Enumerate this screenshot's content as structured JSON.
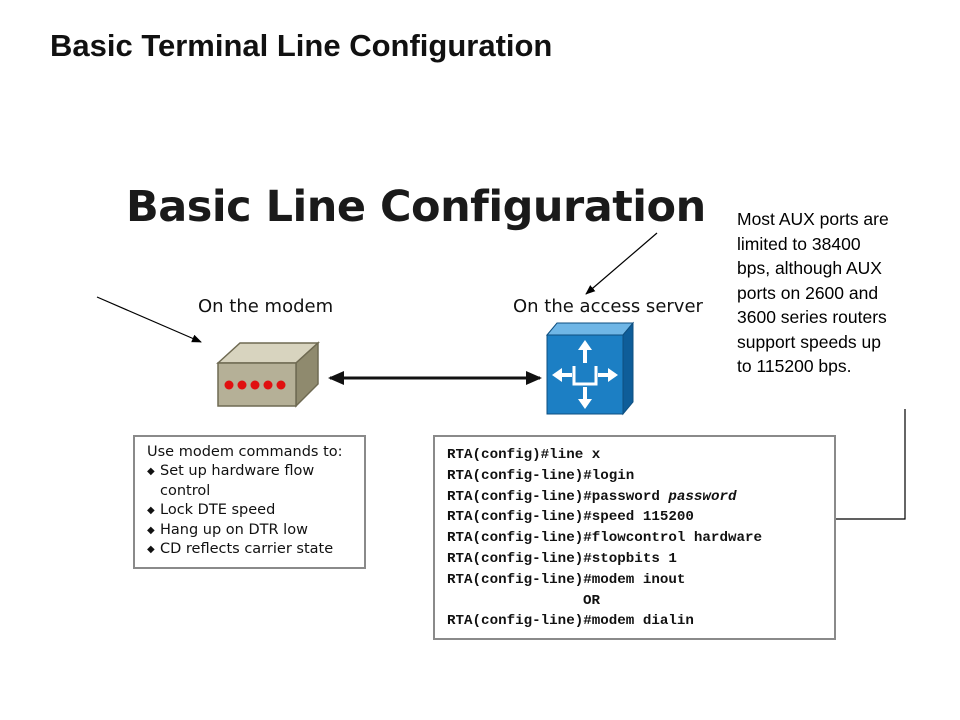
{
  "slide": {
    "title": "Basic Terminal Line Configuration"
  },
  "diagram": {
    "heading": "Basic Line Configuration",
    "modem_label": "On the modem",
    "server_label": "On the access server"
  },
  "note": {
    "lines": [
      "Most AUX ports are",
      "limited to 38400",
      "bps, although AUX",
      "ports on 2600 and",
      "3600 series routers",
      "support speeds up",
      "to 115200 bps."
    ]
  },
  "modem_commands": {
    "heading": "Use modem commands to:",
    "items": [
      "Set up hardware flow",
      "control",
      "Lock DTE speed",
      "Hang up on DTR low",
      "CD reflects carrier state"
    ]
  },
  "cli": {
    "lines": [
      {
        "cmd": "RTA(config)#line x",
        "arg": ""
      },
      {
        "cmd": "RTA(config-line)#login",
        "arg": ""
      },
      {
        "cmd": "RTA(config-line)#password ",
        "arg": "password"
      },
      {
        "cmd": "RTA(config-line)#speed 115200",
        "arg": ""
      },
      {
        "cmd": "RTA(config-line)#flowcontrol hardware",
        "arg": ""
      },
      {
        "cmd": "RTA(config-line)#stopbits 1",
        "arg": ""
      },
      {
        "cmd": "RTA(config-line)#modem inout",
        "arg": ""
      }
    ],
    "or": "OR",
    "last": "RTA(config-line)#modem dialin"
  },
  "colors": {
    "modem_body": "#b5b097",
    "modem_led": "#e01010",
    "server_blue": "#1c7fc4",
    "box_border": "#8a8a8a"
  },
  "icons": [
    "modem-icon",
    "access-server-icon"
  ]
}
